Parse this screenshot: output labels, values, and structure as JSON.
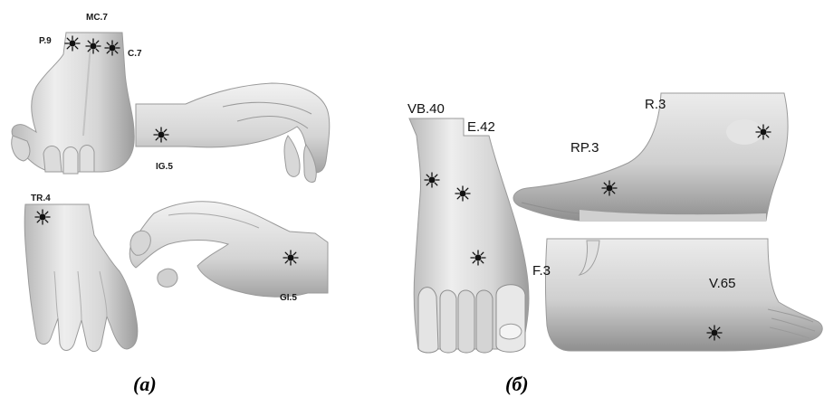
{
  "hand_labels": {
    "mc7": "MC.7",
    "p9": "P.9",
    "c7": "C.7",
    "ig5": "IG.5",
    "tr4": "TR.4",
    "gi5": "GI.5"
  },
  "foot_labels": {
    "vb40": "VB.40",
    "e42": "E.42",
    "r3": "R.3",
    "rp3": "RP.3",
    "f3": "F.3",
    "v65": "V.65"
  },
  "captions": {
    "a": "(a)",
    "b": "(б)"
  },
  "colors": {
    "point": "#111111",
    "skin_light": "#f4f4f4",
    "skin_mid": "#d2d2d2",
    "skin_dark": "#a8a8a8"
  },
  "icons": {
    "point": "acupoint-burst-icon"
  }
}
